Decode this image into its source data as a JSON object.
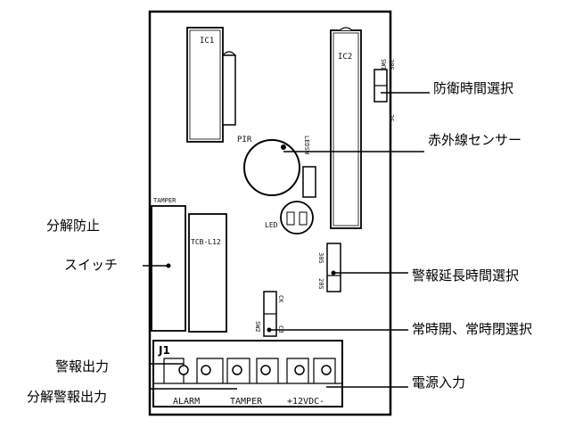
{
  "board": {
    "ic1": "IC1",
    "ic2": "IC2",
    "pir": "PIR",
    "led": "LED",
    "ledsw": "LEDSW",
    "tamper": "TAMPER",
    "tcb": "TCB-L12",
    "sw1": "SW1",
    "sw1_top": "20S",
    "sw1_bot": "2S",
    "sw2": "SW2",
    "ck": "CK",
    "cb": "CB",
    "s20": "20S",
    "s30": "30S",
    "j1": "J1",
    "alarm": "ALARM",
    "tamper_term": "TAMPER",
    "power": "+12VDC-"
  },
  "callouts": {
    "defense_time": "防衛時間選択",
    "pir_sensor": "赤外線センサー",
    "tamper_switch_1": "分解防止",
    "tamper_switch_2": "スイッチ",
    "alarm_extend": "警報延長時間選択",
    "mode_select": "常時開、常時閉選択",
    "alarm_output": "警報出力",
    "tamper_alarm_output": "分解警報出力",
    "power_input": "電源入力"
  }
}
